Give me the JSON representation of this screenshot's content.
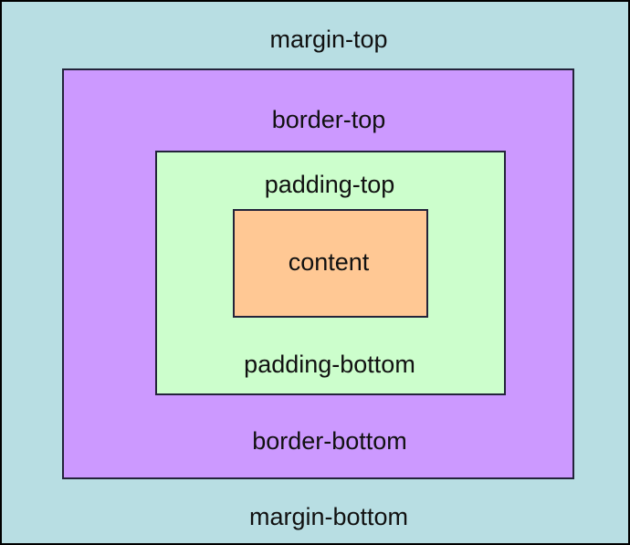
{
  "diagram": {
    "labels": {
      "margin_top": "margin-top",
      "border_top": "border-top",
      "padding_top": "padding-top",
      "content": "content",
      "padding_bottom": "padding-bottom",
      "border_bottom": "border-bottom",
      "margin_bottom": "margin-bottom"
    },
    "colors": {
      "margin_area": "#b8dee3",
      "border_area": "#cc99ff",
      "padding_area": "#ccfecc",
      "content_area": "#ffc894",
      "frame": "#000000",
      "box_outline": "#23233a",
      "text": "#111111"
    }
  }
}
